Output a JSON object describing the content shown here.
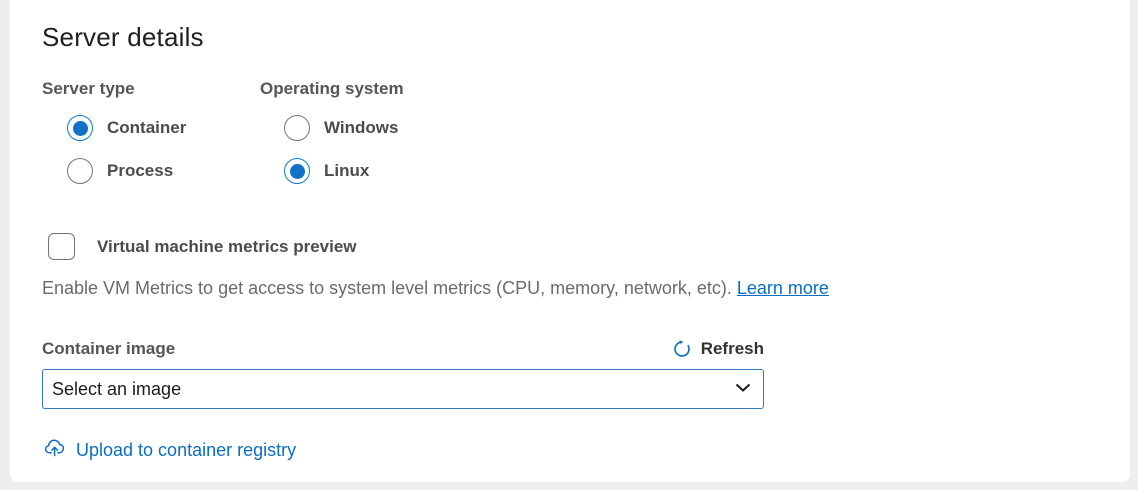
{
  "panel": {
    "title": "Server details"
  },
  "server_type": {
    "label": "Server type",
    "options": [
      {
        "label": "Container",
        "selected": true
      },
      {
        "label": "Process",
        "selected": false
      }
    ]
  },
  "operating_system": {
    "label": "Operating system",
    "options": [
      {
        "label": "Windows",
        "selected": false
      },
      {
        "label": "Linux",
        "selected": true
      }
    ]
  },
  "vm_metrics": {
    "checkbox_label": "Virtual machine metrics preview",
    "checked": false,
    "description": "Enable VM Metrics to get access to system level metrics (CPU, memory, network, etc). ",
    "learn_more_label": "Learn more"
  },
  "container_image": {
    "label": "Container image",
    "refresh_label": "Refresh",
    "select_value": "Select an image"
  },
  "upload": {
    "label": "Upload to container registry"
  },
  "colors": {
    "accent_blue": "#0f7bd4",
    "link_blue": "#0c6dc2",
    "panel_background": "#ffffff",
    "page_background": "#eceef0",
    "label_gray": "#565656",
    "text_dark": "#1f1f1f"
  }
}
